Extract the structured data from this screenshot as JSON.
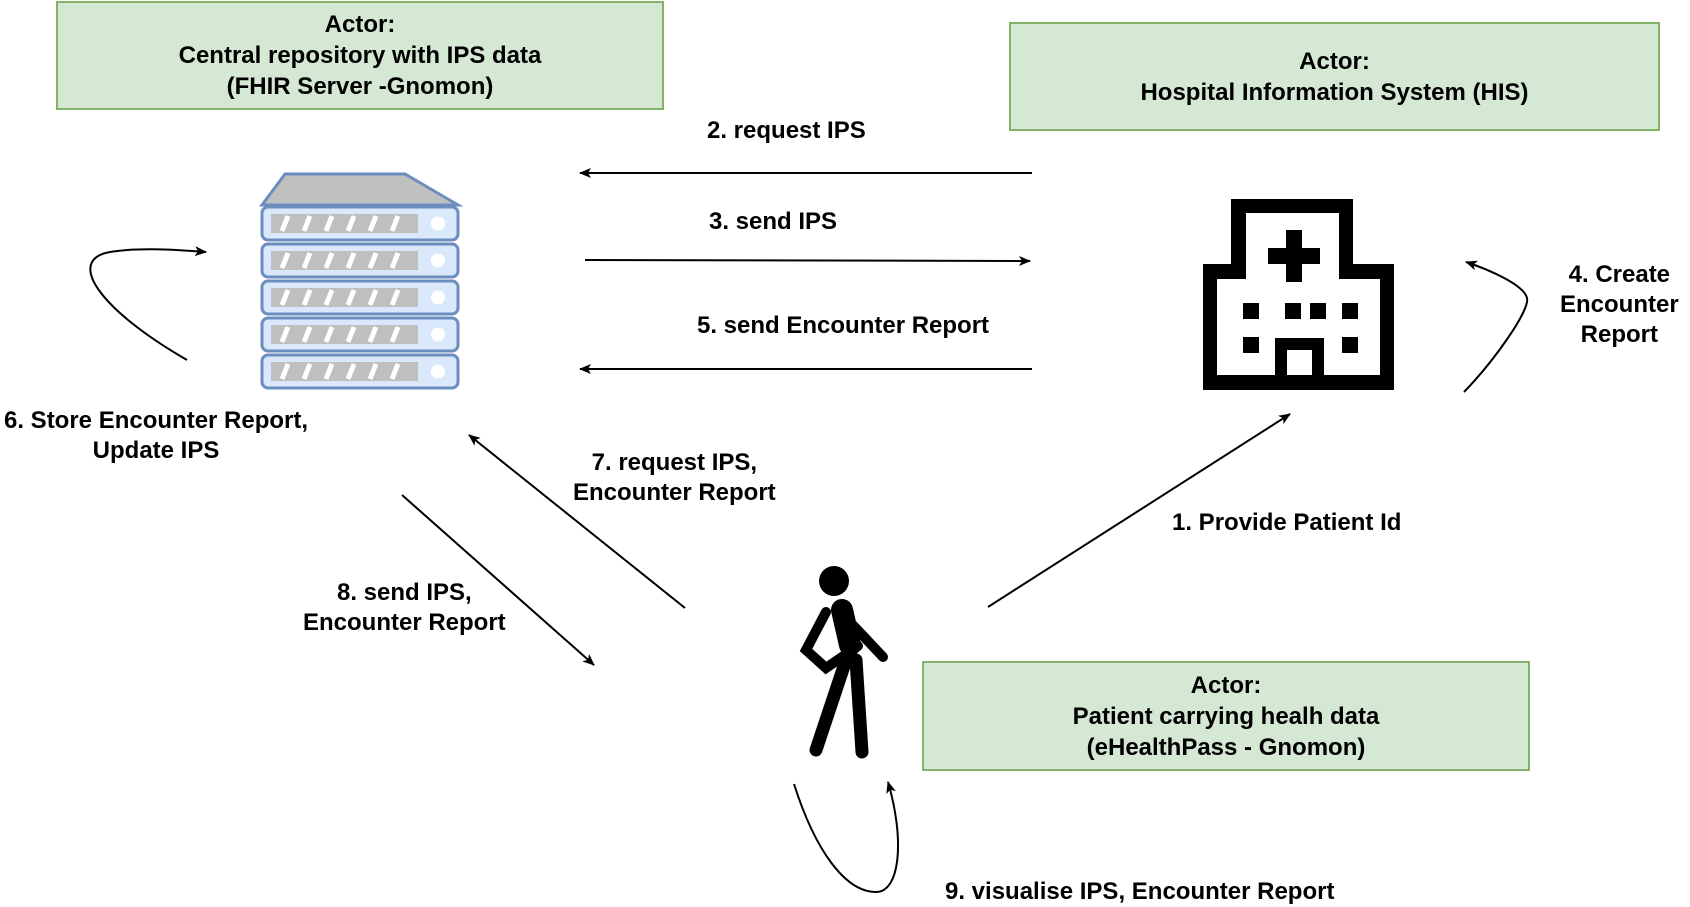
{
  "actors": {
    "repository": {
      "title": "Actor:",
      "name": "Central repository with IPS data",
      "detail": "(FHIR Server -Gnomon)"
    },
    "his": {
      "title": "Actor:",
      "name": "Hospital Information System (HIS)"
    },
    "patient": {
      "title": "Actor:",
      "name": "Patient carrying healh data",
      "detail": "(eHealthPass - Gnomon)"
    }
  },
  "steps": {
    "s1": "1. Provide  Patient Id",
    "s2": "2. request IPS",
    "s3": "3. send IPS",
    "s4": [
      "4.  Create",
      "Encounter",
      "Report"
    ],
    "s5": "5.  send Encounter Report",
    "s6": [
      "6.  Store Encounter Report,",
      "Update IPS"
    ],
    "s7": [
      "7. request IPS,",
      "Encounter Report"
    ],
    "s8": [
      "8. send IPS,",
      "Encounter Report"
    ],
    "s9": "9.  visualise IPS, Encounter Report"
  },
  "icons": [
    "server-icon",
    "hospital-icon",
    "patient-icon"
  ],
  "colors": {
    "actor_fill": "#d5e8d4",
    "actor_border": "#82b366",
    "server_fill": "#dae8fc",
    "server_border": "#6c8ebf",
    "server_top": "#c0c0c0"
  }
}
